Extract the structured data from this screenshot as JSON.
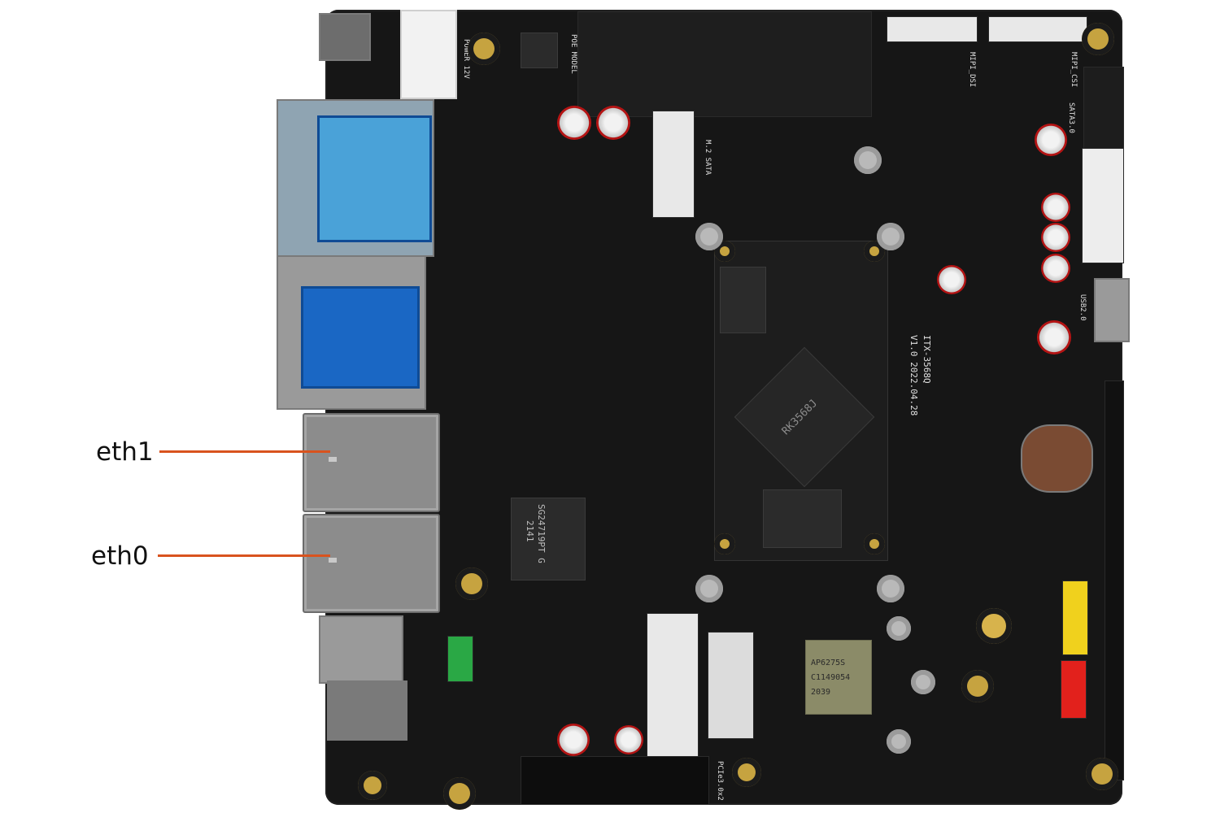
{
  "labels": {
    "eth1": "eth1",
    "eth0": "eth0"
  },
  "board": {
    "soc_marking": "RK3568J",
    "model_text": "ITX-3568Q",
    "version_text": "V1.0  2022.04.28",
    "wifi_module_line1": "AP6275S",
    "wifi_module_line2": "C1149054",
    "wifi_module_line3": "2039",
    "pcie_label": "PCIe3.0x2",
    "m2_sata_label": "M.2 SATA",
    "mipi_dsi_label": "MIPI_DSI",
    "mipi_csi_label": "MIPI_CSI",
    "sata_label": "SATA3.0",
    "usb2_label": "USB2.0",
    "power_label": "POWER 12V",
    "poe_label": "POE MODEL",
    "switch_chip": "SG24719PT G",
    "switch_chip_sub": "2141"
  },
  "colors": {
    "callout_line": "#d9531e",
    "pcb": "#161616",
    "vga_blue": "#1a67c4"
  }
}
